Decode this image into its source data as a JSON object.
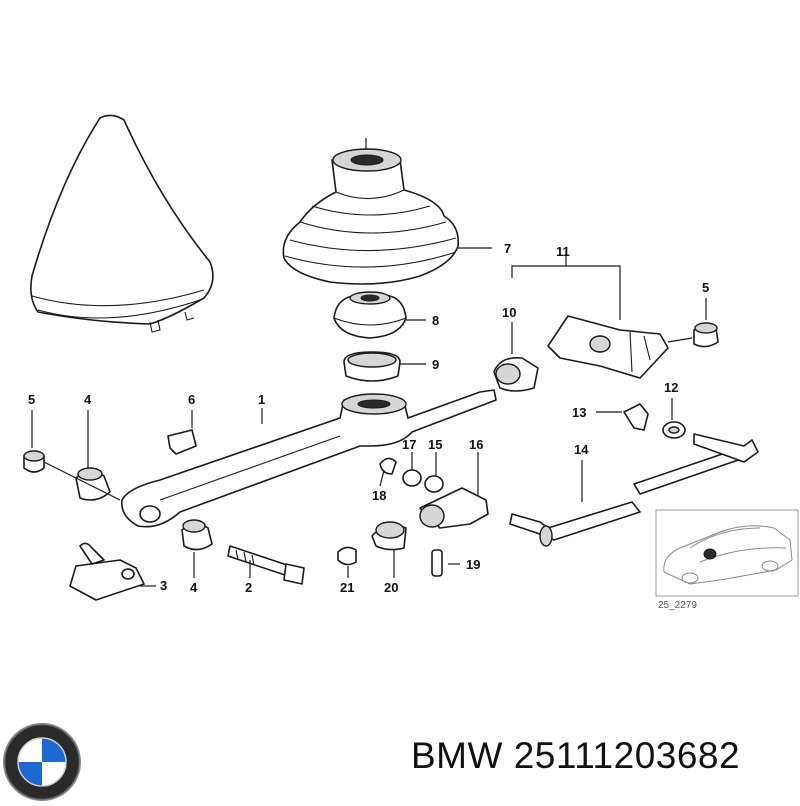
{
  "callouts": {
    "c1": "1",
    "c2": "2",
    "c3": "3",
    "c4a": "4",
    "c4b": "4",
    "c5a": "5",
    "c5b": "5",
    "c6": "6",
    "c7": "7",
    "c8": "8",
    "c9": "9",
    "c10": "10",
    "c11": "11",
    "c12": "12",
    "c13": "13",
    "c14": "14",
    "c15": "15",
    "c16": "16",
    "c17": "17",
    "c18": "18",
    "c19": "19",
    "c20": "20",
    "c21": "21"
  },
  "inset": {
    "code": "25_2279"
  },
  "brand": {
    "name": "BMW",
    "part_number": "25111203682",
    "logo": "bmw-roundel-logo"
  },
  "colors": {
    "line": "#1a1a1a",
    "background": "#ffffff",
    "logo_blue": "#1c69d4"
  }
}
